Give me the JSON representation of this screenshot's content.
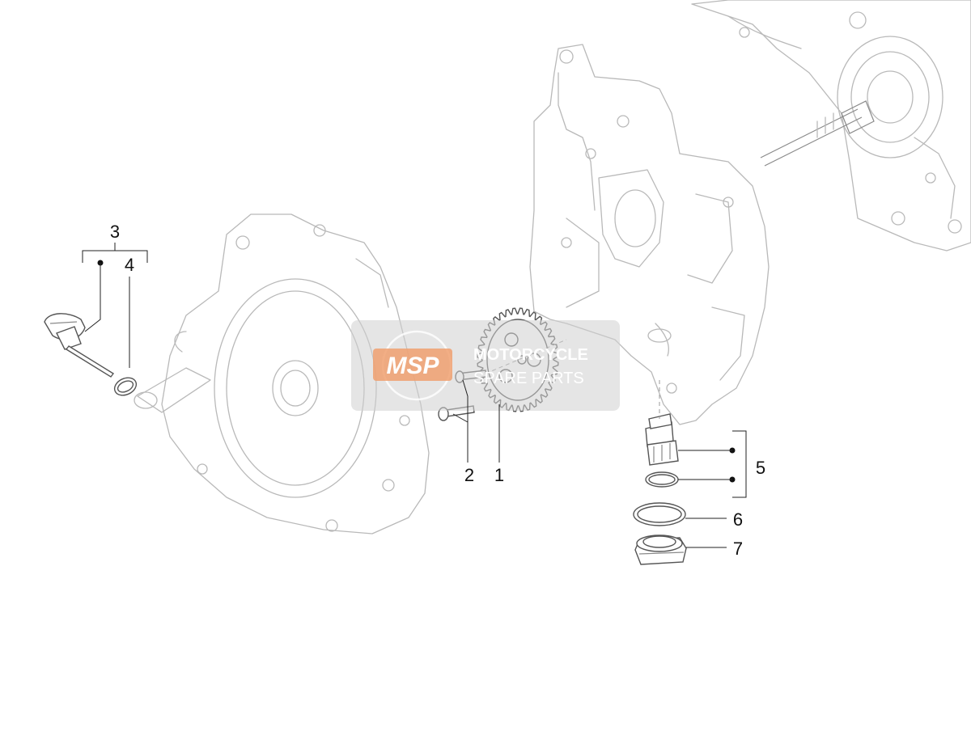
{
  "diagram": {
    "callouts": [
      {
        "id": "callout-1",
        "label": "1"
      },
      {
        "id": "callout-2",
        "label": "2"
      },
      {
        "id": "callout-3",
        "label": "3"
      },
      {
        "id": "callout-4",
        "label": "4"
      },
      {
        "id": "callout-5",
        "label": "5"
      },
      {
        "id": "callout-6",
        "label": "6"
      },
      {
        "id": "callout-7",
        "label": "7"
      }
    ]
  },
  "watermark": {
    "logo_text": "MSP",
    "line1": "MOTORCYCLE",
    "line2": "SPARE PARTS",
    "colors": {
      "logo": "#f0a070",
      "text": "#ffffff",
      "panel": "#cfcfcf"
    }
  }
}
